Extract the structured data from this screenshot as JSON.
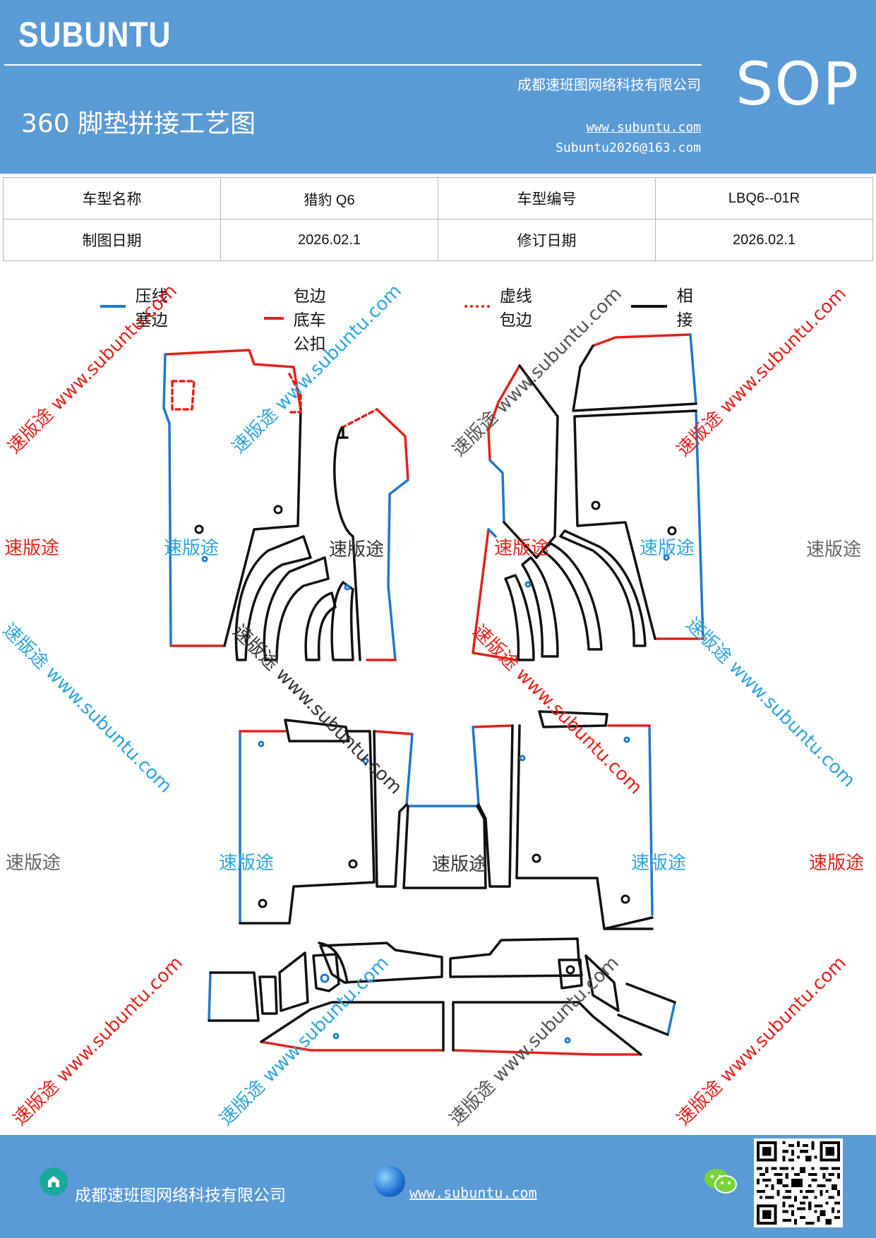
{
  "header": {
    "brand": "SUBUNTU",
    "doc_title": "360 脚垫拼接工艺图",
    "company": "成都速班图网络科技有限公司",
    "website": "www.subuntu.com",
    "email": "Subuntu2026@163.com",
    "sop_label": "SOP"
  },
  "info_table": {
    "row1": {
      "label1": "车型名称",
      "value1": "猎豹 Q6",
      "label2": "车型编号",
      "value2": "LBQ6--01R"
    },
    "row2": {
      "label1": "制图日期",
      "value1": "2026.02.1",
      "label2": "修订日期",
      "value2": "2026.02.1"
    }
  },
  "legend": [
    {
      "label": "压线塞边",
      "color": "#1f78c8",
      "style": "solid"
    },
    {
      "label": "包边底车公扣",
      "color": "#e0231b",
      "style": "solid"
    },
    {
      "label": "虚线包边",
      "color": "#e0231b",
      "style": "dashed"
    },
    {
      "label": "相接",
      "color": "#111111",
      "style": "solid"
    }
  ],
  "watermark": {
    "brand_cn": "速版途",
    "combo": "速版途 www.subuntu.com",
    "colors": {
      "red": "#e0231b",
      "blue": "#2ea3e0",
      "gray": "#666666"
    }
  },
  "footer": {
    "company": "成都速班图网络科技有限公司",
    "website": "www.subuntu.com",
    "icons": [
      "home-icon",
      "globe-icon",
      "wechat-icon",
      "qr-code"
    ]
  }
}
